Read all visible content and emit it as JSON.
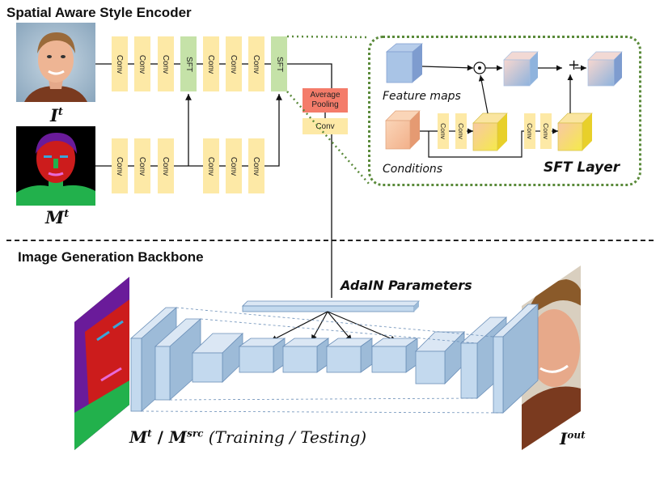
{
  "encoder": {
    "title": "Spatial Aware Style Encoder",
    "input_image_label": "I",
    "input_image_sup": "t",
    "mask_label": "M",
    "mask_sup": "t",
    "conv_label": "Conv",
    "sft_label": "SFT",
    "avg_pool_label": "Average Pooling",
    "pool_conv_label": "Conv"
  },
  "sft_layer": {
    "feature_maps": "Feature maps",
    "conditions": "Conditions",
    "title": "SFT Layer",
    "mult_symbol": "⊙",
    "add_symbol": "+",
    "conv_label": "Conv"
  },
  "backbone": {
    "title": "Image Generation Backbone",
    "adain_label": "AdaIN Parameters",
    "input_label_m": "M",
    "input_label_m_sup": "t",
    "input_label_sep": " / ",
    "input_label_msrc": "M",
    "input_label_msrc_sup": "src",
    "input_label_mode": " (Training / Testing)",
    "output_label": "I",
    "output_label_sup": "out"
  },
  "colors": {
    "conv_block": "#fde9a6",
    "sft_block": "#c5e2a8",
    "avg_pool": "#f47c6a",
    "sft_border": "#5a8a3a",
    "backbone_block": "#c3d9ee",
    "mask_purple": "#6a1b9a",
    "mask_red": "#cc0000",
    "mask_green": "#22b14c"
  }
}
